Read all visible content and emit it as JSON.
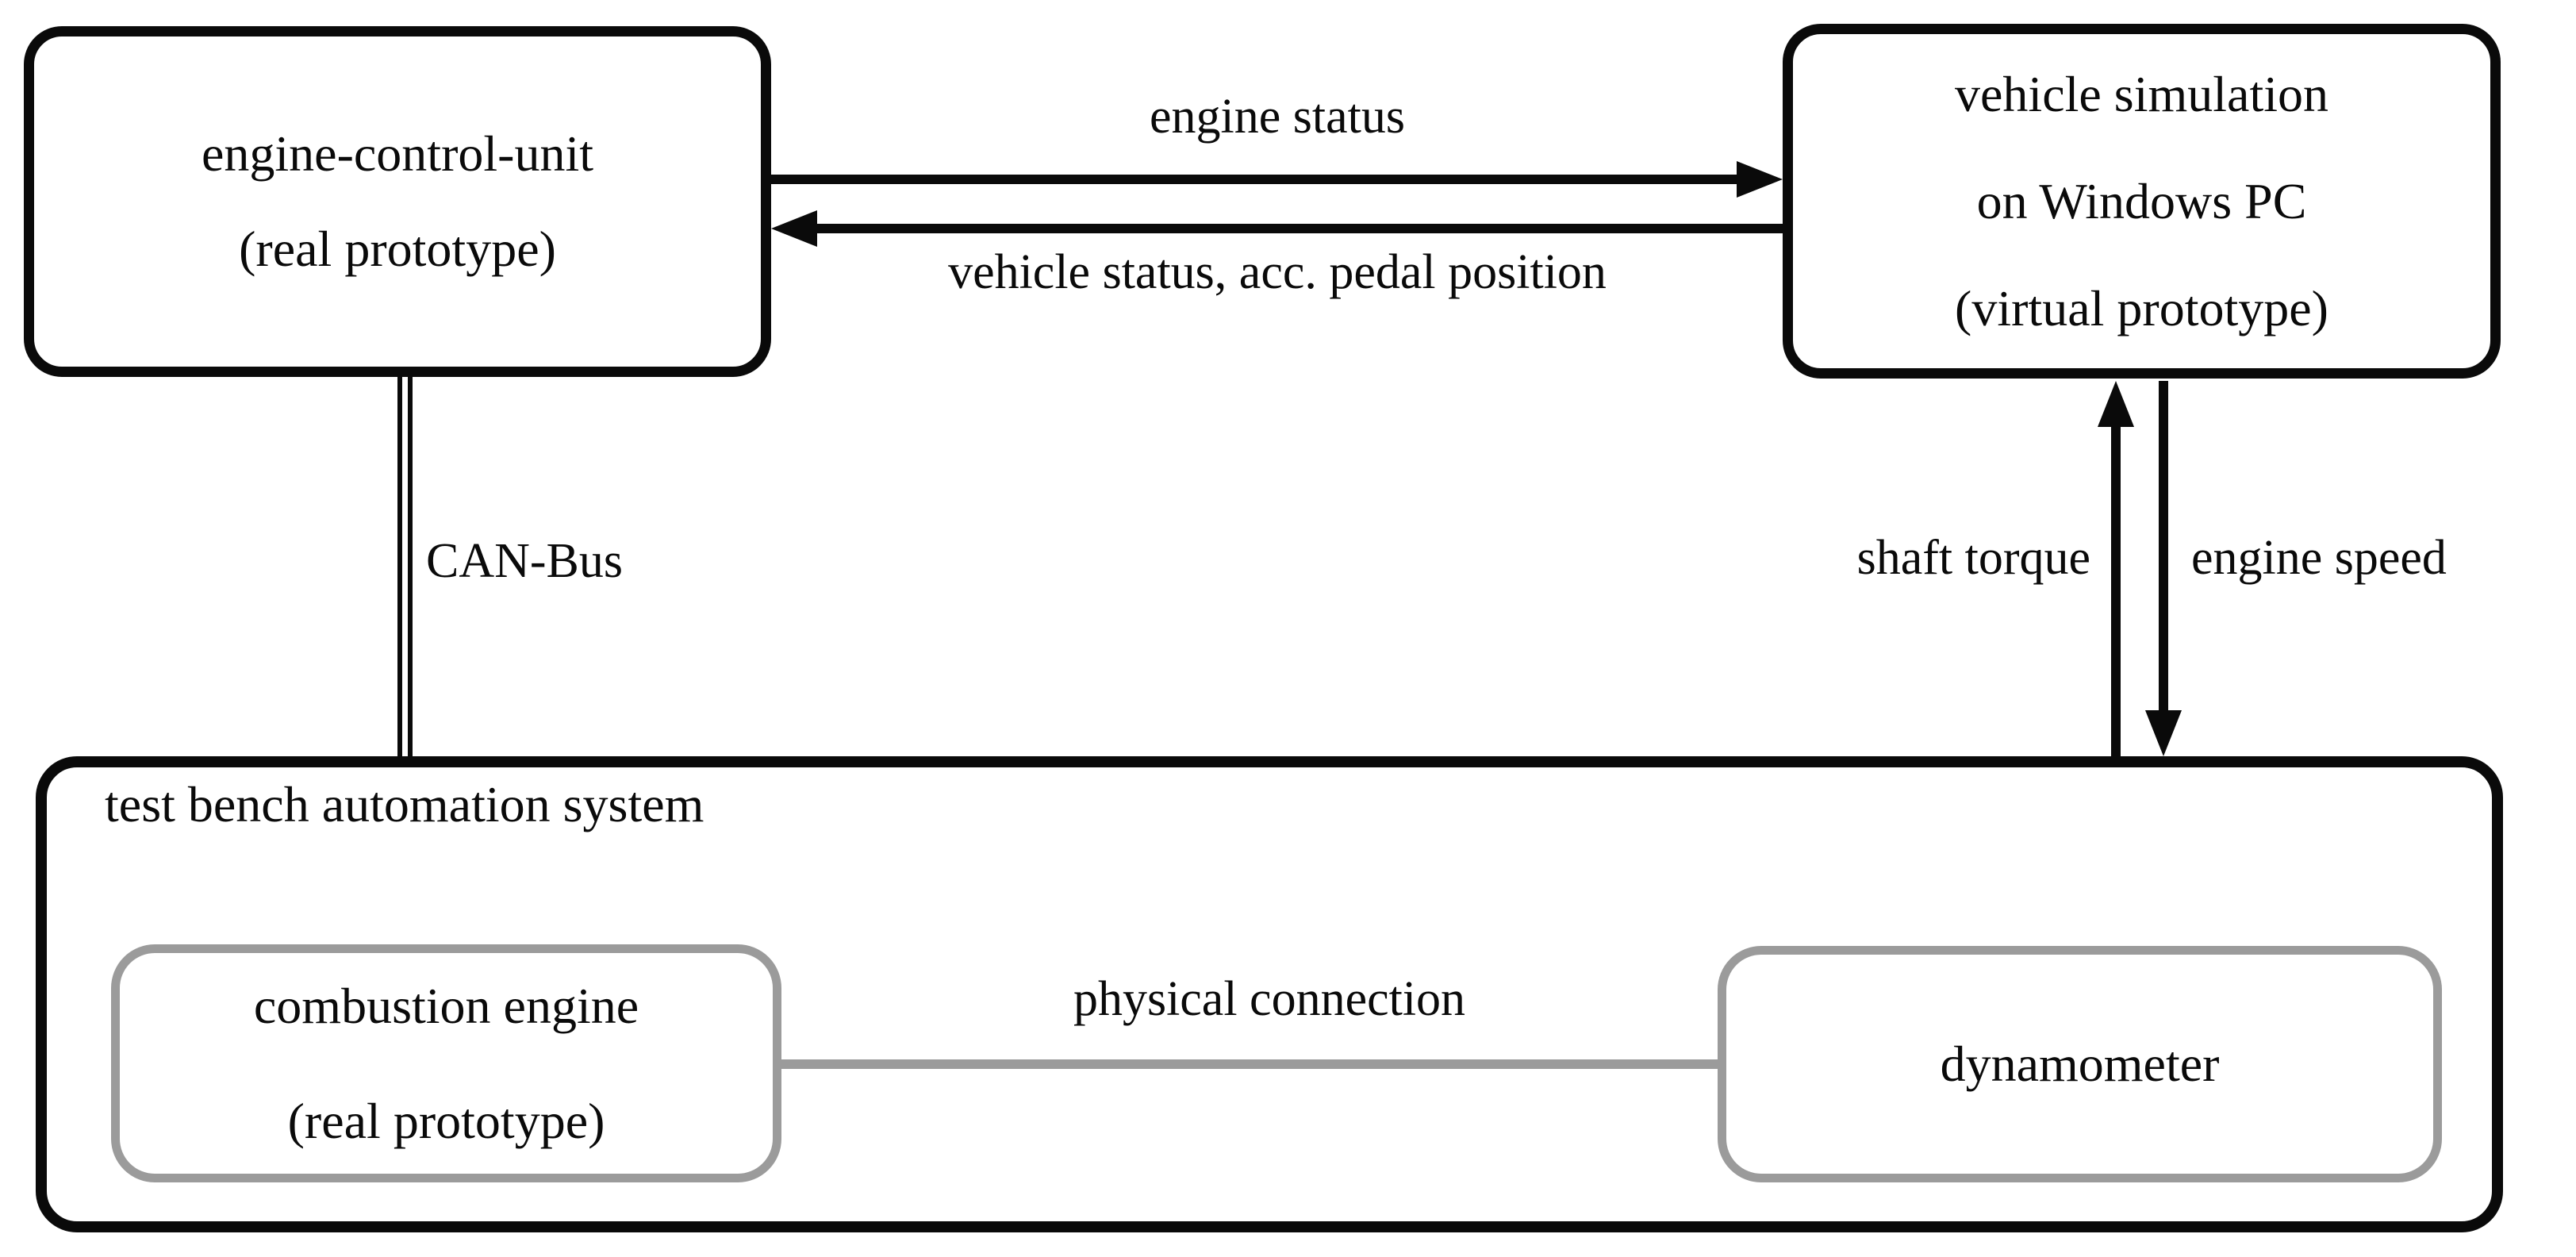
{
  "diagram": {
    "title_hint": "hardware-in-the-loop engine test bench block diagram",
    "nodes": {
      "ecu": {
        "line1": "engine-control-unit",
        "line2": "(real prototype)"
      },
      "vehicle_sim": {
        "line1": "vehicle simulation",
        "line2": "on Windows PC",
        "line3": "(virtual prototype)"
      },
      "test_bench": {
        "label": "test bench automation system"
      },
      "combustion_engine": {
        "line1": "combustion engine",
        "line2": "(real prototype)"
      },
      "dynamometer": {
        "label": "dynamometer"
      }
    },
    "edges": {
      "engine_status": {
        "label": "engine status",
        "direction": "ecu to vehicle_sim"
      },
      "vehicle_status": {
        "label": "vehicle status, acc. pedal position",
        "direction": "vehicle_sim to ecu"
      },
      "can_bus": {
        "label": "CAN-Bus",
        "direction": "ecu to test_bench",
        "style": "double-line"
      },
      "shaft_torque": {
        "label": "shaft torque",
        "direction": "test_bench to vehicle_sim"
      },
      "engine_speed": {
        "label": "engine speed",
        "direction": "vehicle_sim to test_bench"
      },
      "physical_connection": {
        "label": "physical connection",
        "direction": "combustion_engine to dynamometer",
        "style": "gray-line"
      }
    },
    "colors": {
      "line_black": "#0a0a0a",
      "line_gray": "#9b9b9b",
      "background": "#ffffff"
    }
  }
}
